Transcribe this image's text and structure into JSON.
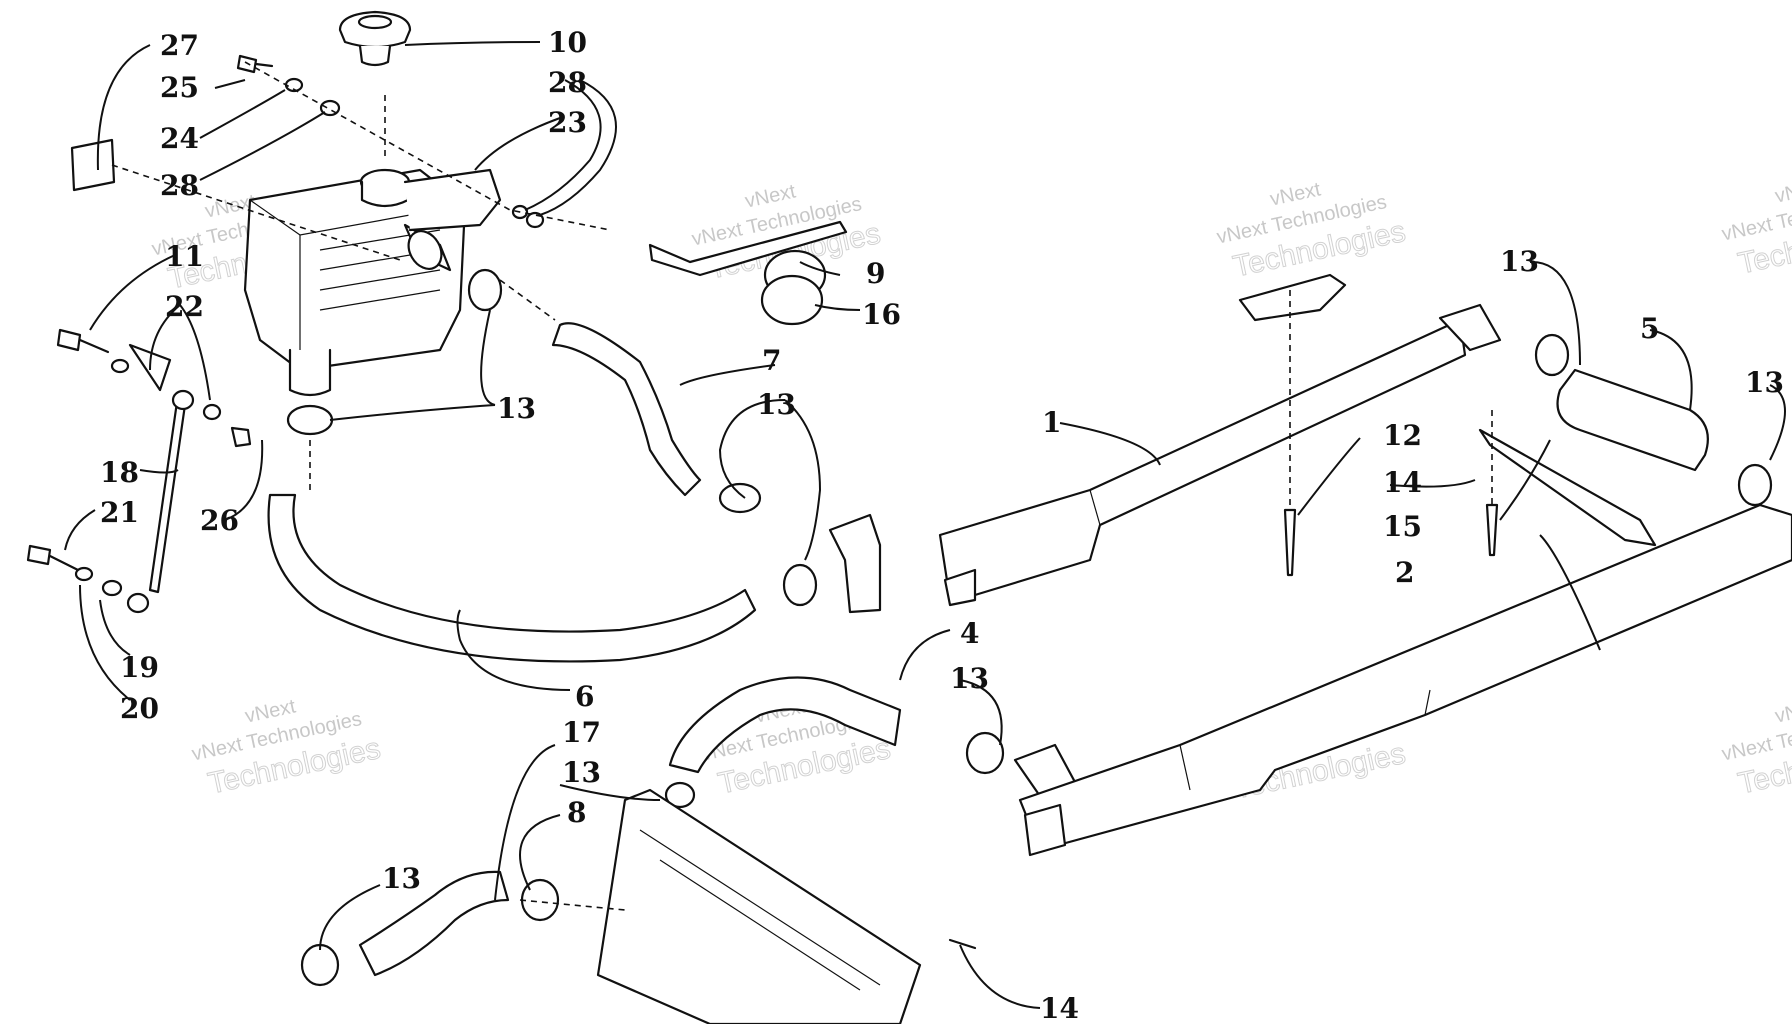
{
  "diagram": {
    "callouts": {
      "c1": "1",
      "c2": "2",
      "c4": "4",
      "c5": "5",
      "c6": "6",
      "c7": "7",
      "c8": "8",
      "c9": "9",
      "c10": "10",
      "c11": "11",
      "c12": "12",
      "c13": "13",
      "c14": "14",
      "c15": "15",
      "c16": "16",
      "c17": "17",
      "c18": "18",
      "c19": "19",
      "c20": "20",
      "c21": "21",
      "c22": "22",
      "c23": "23",
      "c24": "24",
      "c25": "25",
      "c26": "26",
      "c27": "27",
      "c28": "28"
    },
    "watermark": {
      "line1": "vNext Technologies",
      "line2": "Technologies",
      "short": "vNext"
    }
  }
}
